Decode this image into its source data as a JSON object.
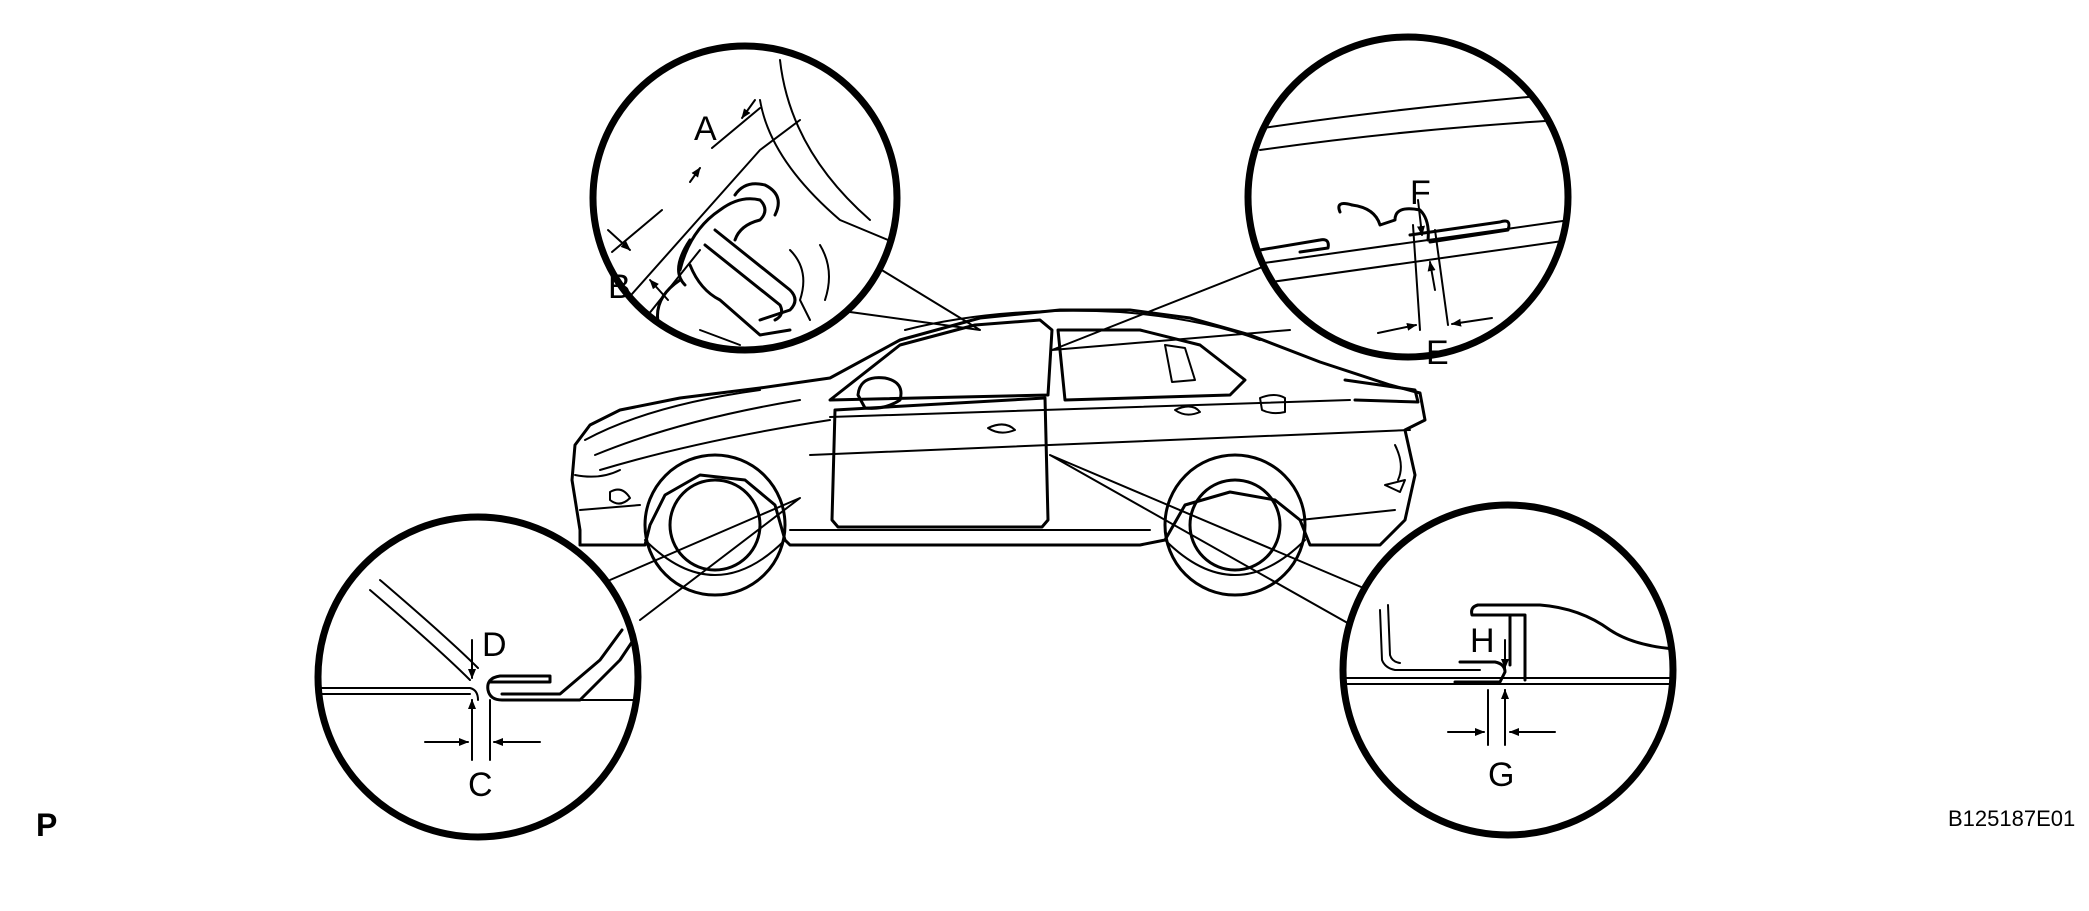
{
  "labels": {
    "A": "A",
    "B": "B",
    "C": "C",
    "D": "D",
    "E": "E",
    "F": "F",
    "G": "G",
    "H": "H"
  },
  "corner_mark": "P",
  "drawing_code": "B125187E01"
}
